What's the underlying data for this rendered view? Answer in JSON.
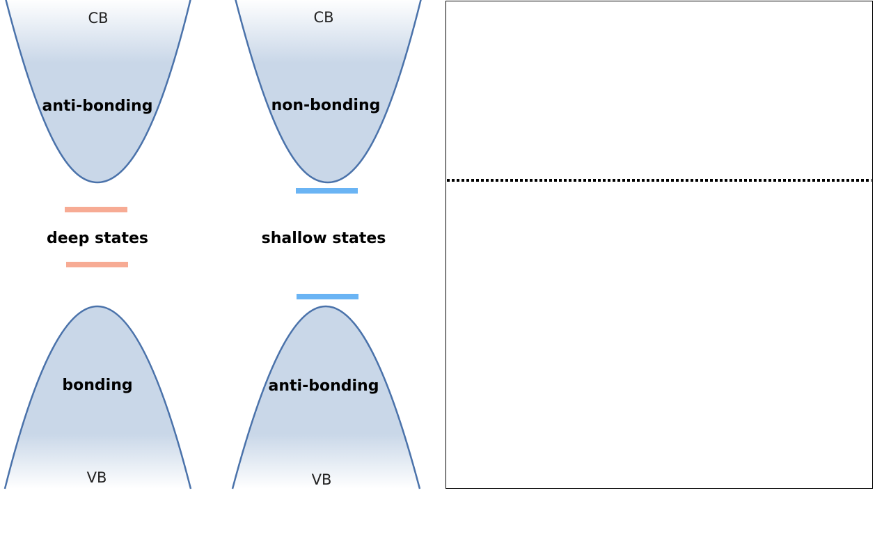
{
  "colors": {
    "band_stroke": "#4a72aa",
    "band_fill": "#c9d7e8",
    "deep_state": "#f7ab94",
    "shallow_state": "#6ab4f4",
    "fermi_line": "#000000"
  },
  "deep_panel": {
    "cb_label": "CB",
    "cb_name": "anti-bonding",
    "states_label": "deep states",
    "vb_name": "bonding",
    "vb_label": "VB"
  },
  "shallow_panel": {
    "cb_label": "CB",
    "cb_name": "non-bonding",
    "states_label": "shallow states",
    "vb_name": "anti-bonding",
    "vb_label": "VB"
  }
}
